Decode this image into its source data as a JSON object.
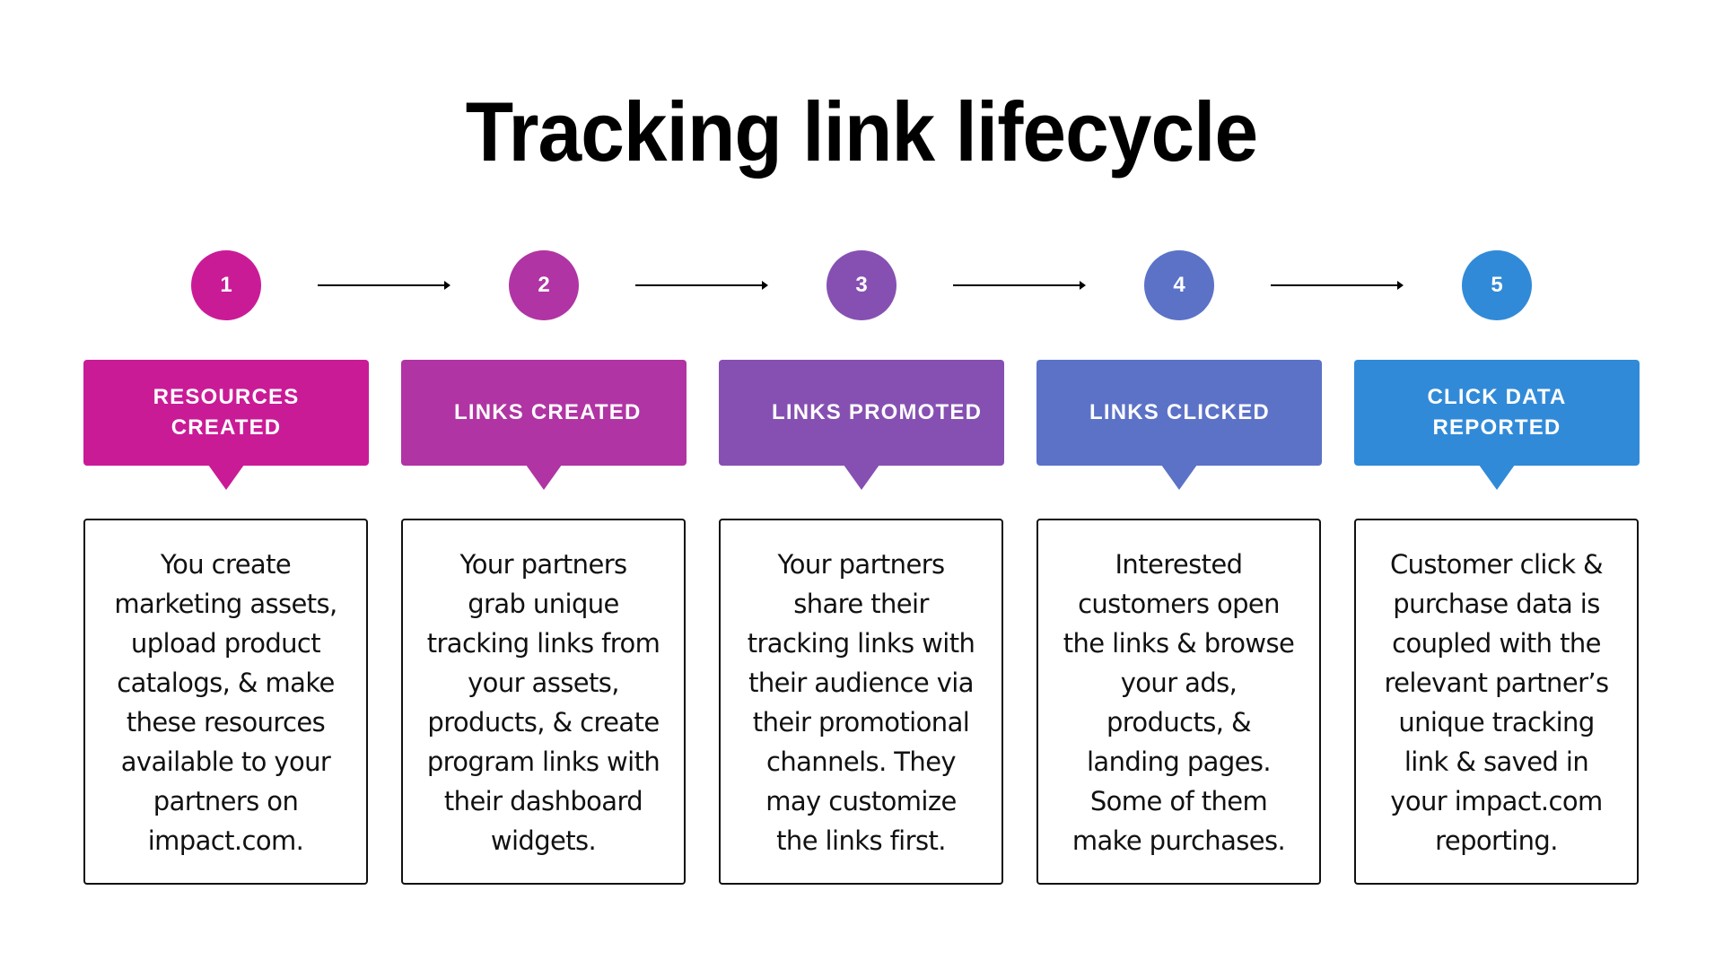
{
  "title": "Tracking link lifecycle",
  "steps": [
    {
      "number": "1",
      "color": "#CA1B97",
      "header_lines": [
        "RESOURCES",
        "CREATED"
      ],
      "description_lines": [
        "You create",
        "marketing assets,",
        "upload product",
        "catalogs, & make",
        "these resources",
        "available to your",
        "partners on",
        "impact.com."
      ]
    },
    {
      "number": "2",
      "color": "#B034A3",
      "header_lines": [
        "LINKS CREATED"
      ],
      "description_lines": [
        "Your partners",
        "grab unique",
        "tracking links from",
        "your assets,",
        "products, & create",
        "program links with",
        "their dashboard",
        "widgets."
      ]
    },
    {
      "number": "3",
      "color": "#8650B2",
      "header_lines": [
        "LINKS PROMOTED"
      ],
      "description_lines": [
        "Your partners",
        "share their",
        "tracking links with",
        "their audience via",
        "their promotional",
        "channels. They",
        "may customize",
        "the links first."
      ]
    },
    {
      "number": "4",
      "color": "#5B72C7",
      "header_lines": [
        "LINKS CLICKED"
      ],
      "description_lines": [
        "Interested",
        "customers open",
        "the links & browse",
        "your ads,",
        "products, &",
        "landing pages.",
        "Some of them",
        "make purchases."
      ]
    },
    {
      "number": "5",
      "color": "#318AD8",
      "header_lines": [
        "CLICK DATA",
        "REPORTED"
      ],
      "description_lines": [
        "Customer click &",
        "purchase data is",
        "coupled with the",
        "relevant partner’s",
        "unique tracking",
        "link & saved in",
        "your impact.com",
        "reporting."
      ]
    }
  ],
  "connector_icon": "right-arrow-icon"
}
